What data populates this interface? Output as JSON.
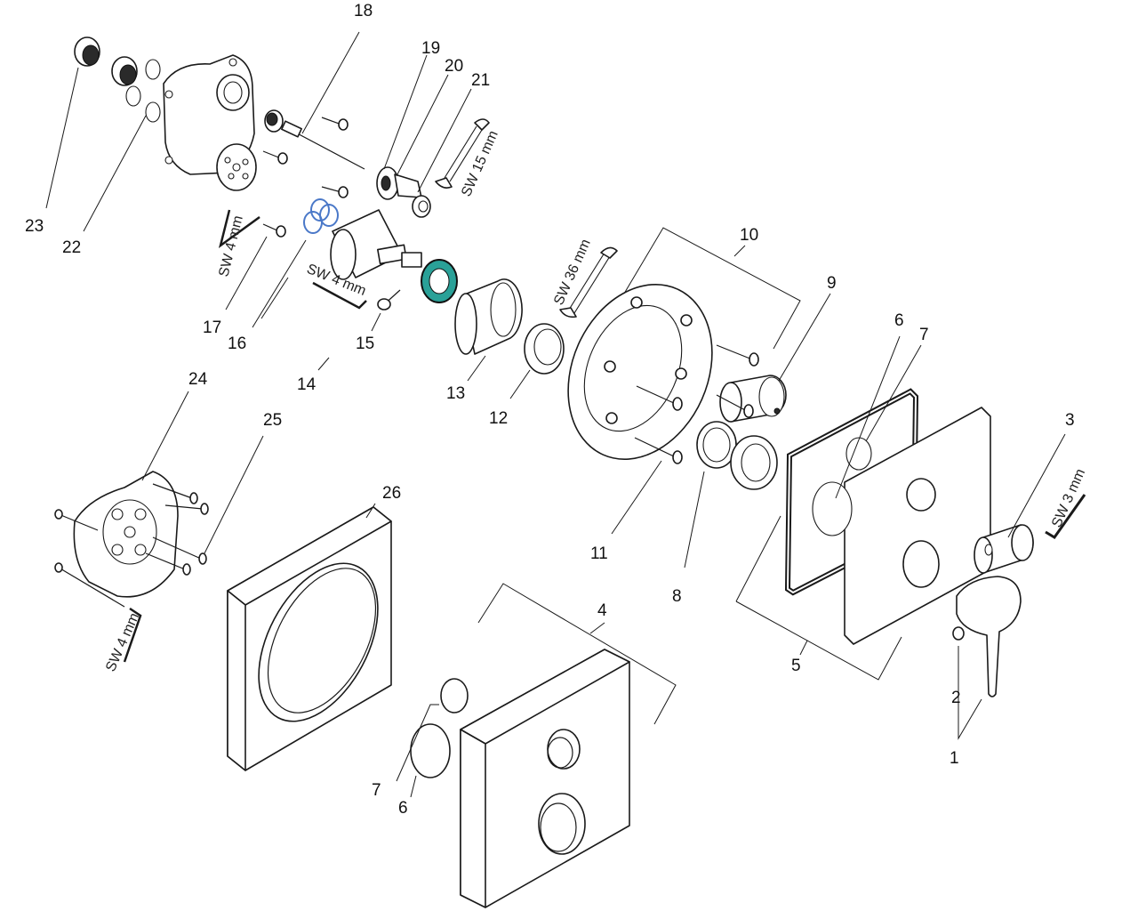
{
  "colors": {
    "line": "#1a1a1a",
    "seal_ring": "#4a78c8",
    "bushing": "#2aa198",
    "gasket": "#1a1a1a",
    "background": "#ffffff"
  },
  "tool_labels": {
    "sw3": "SW 3 mm",
    "sw4_a": "SW 4 mm",
    "sw4_b": "SW 4 mm",
    "sw4_c": "SW 4 mm",
    "sw15": "SW 15 mm",
    "sw36": "SW 36 mm"
  },
  "callouts": {
    "c1": "1",
    "c2": "2",
    "c3": "3",
    "c4": "4",
    "c5": "5",
    "c6a": "6",
    "c6b": "6",
    "c7a": "7",
    "c7b": "7",
    "c8": "8",
    "c9": "9",
    "c10": "10",
    "c11": "11",
    "c12": "12",
    "c13": "13",
    "c14": "14",
    "c15": "15",
    "c16": "16",
    "c17": "17",
    "c18": "18",
    "c19": "19",
    "c20": "20",
    "c21": "21",
    "c22": "22",
    "c23": "23",
    "c24": "24",
    "c25": "25",
    "c26": "26"
  }
}
